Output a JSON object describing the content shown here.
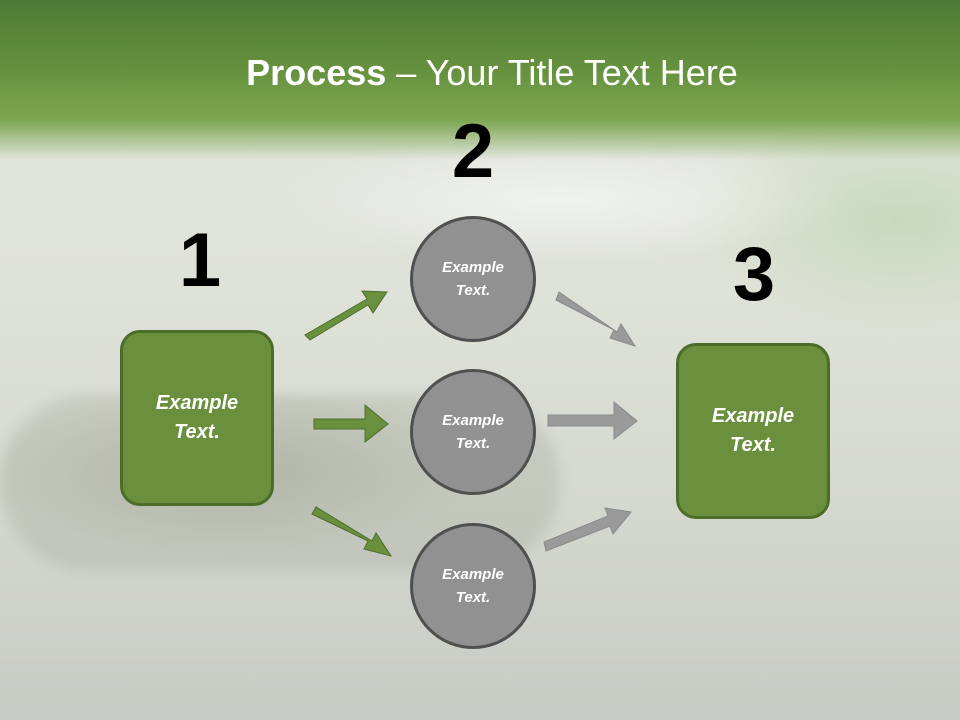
{
  "title": {
    "bold": "Process",
    "rest": " – Your Title Text Here"
  },
  "steps": {
    "one": "1",
    "two": "2",
    "three": "3"
  },
  "left_box": {
    "text": "Example Text."
  },
  "circles": [
    {
      "text": "Example Text."
    },
    {
      "text": "Example Text."
    },
    {
      "text": "Example Text."
    }
  ],
  "right_box": {
    "text": "Example Text."
  },
  "colors": {
    "header_green": "#66923f",
    "box_green": "#6a8f3d",
    "circle_gray": "#919191",
    "arrow_green": "#6a8f3d",
    "arrow_gray": "#9a9a9a"
  }
}
